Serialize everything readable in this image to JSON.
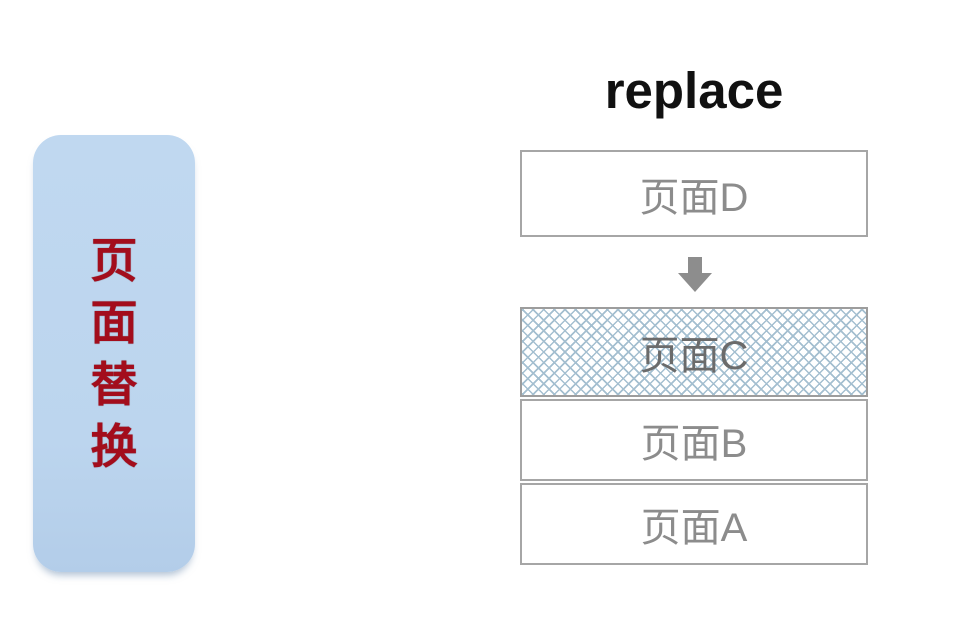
{
  "left_panel": {
    "label": "页面替换",
    "chars": [
      "页",
      "面",
      "替",
      "换"
    ],
    "fill_color": "#bcd5ee",
    "text_color": "#a30d1c"
  },
  "diagram": {
    "title": "replace",
    "incoming_page": {
      "label": "页面D"
    },
    "arrow": {
      "icon": "arrow-down-icon",
      "direction": "down",
      "color": "#8d8d8d"
    },
    "stack": {
      "items": [
        {
          "label": "页面C",
          "pattern": "crosshatch"
        },
        {
          "label": "页面B",
          "pattern": "none"
        },
        {
          "label": "页面A",
          "pattern": "none"
        }
      ]
    },
    "colors": {
      "box_border": "#a6a6a6",
      "box_label": "#8c8c8c",
      "hatch_line": "#a4bfd0",
      "title_text": "#111111"
    }
  }
}
